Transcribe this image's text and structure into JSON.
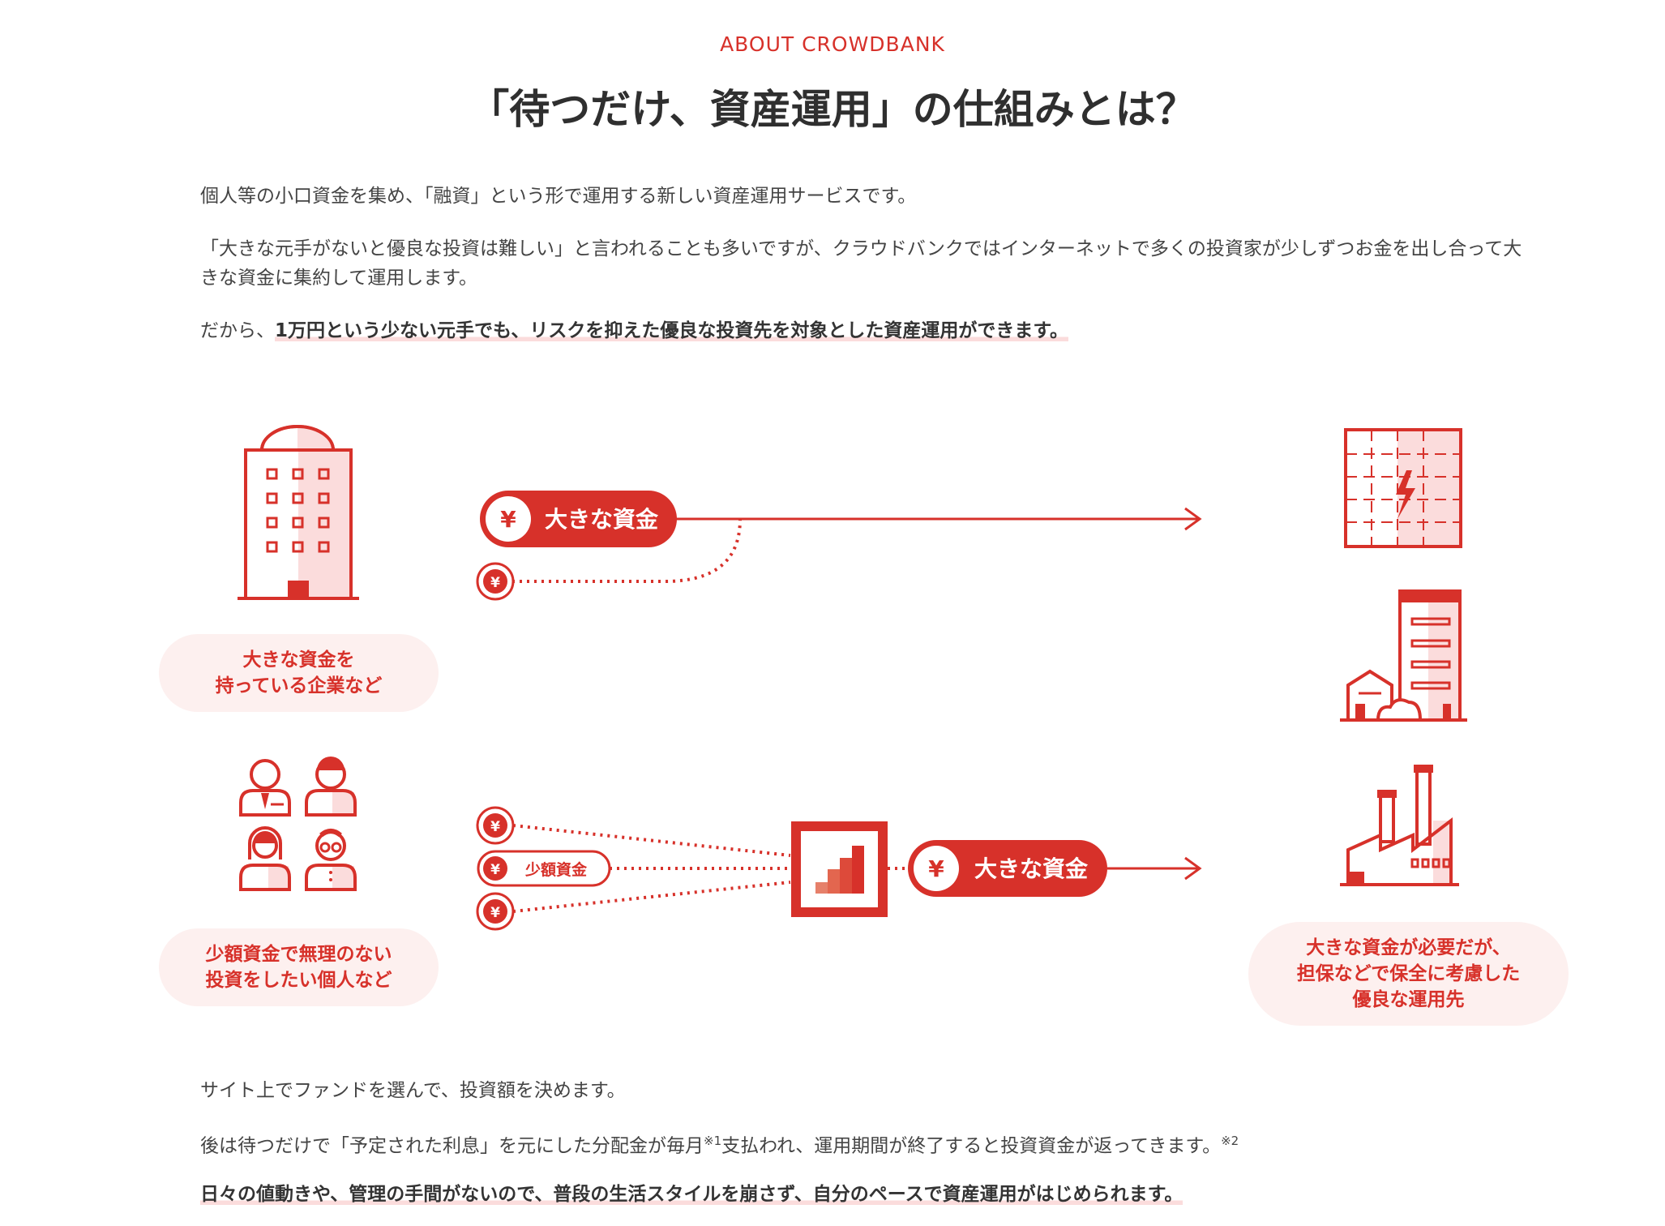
{
  "header": {
    "eyebrow": "ABOUT CROWDBANK",
    "title": "「待つだけ、資産運用」の仕組みとは？"
  },
  "intro": {
    "p1": "個人等の小口資金を集め、「融資」という形で運用する新しい資産運用サービスです。",
    "p2": "「大きな元手がないと優良な投資は難しい」と言われることも多いですが、クラウドバンクではインターネットで多くの投資家が少しずつお金を出し合って大きな資金に集約して運用します。",
    "p3_prefix": "だから、",
    "p3_highlight": "1万円という少ない元手でも、リスクを抑えた優良な投資先を対象とした資産運用ができます。"
  },
  "diagram": {
    "yen_symbol": "¥",
    "top_pill_label": "大きな資金",
    "small_pill_label": "少額資金",
    "bottom_pill_label": "大きな資金",
    "company_caption": "大きな資金を\n持っている企業など",
    "individual_caption": "少額資金で無理のない\n投資をしたい個人など",
    "destination_caption": "大きな資金が必要だが、\n担保などで保全に考慮した\n優良な運用先"
  },
  "footer": {
    "p1": "サイト上でファンドを選んで、投資額を決めます。",
    "p2_a": "後は待つだけで「予定された利息」を元にした分配金が毎月",
    "p2_note1": "※1",
    "p2_b": "支払われ、運用期間が終了すると投資資金が返ってきます。",
    "p2_note2": "※2",
    "p3_highlight": "日々の値動きや、管理の手間がないので、普段の生活スタイルを崩さず、自分のペースで資産運用がはじめられます。"
  },
  "colors": {
    "accent": "#d7312a",
    "bubble_bg": "#fdf0ef",
    "tint": "#fbdcdc"
  }
}
